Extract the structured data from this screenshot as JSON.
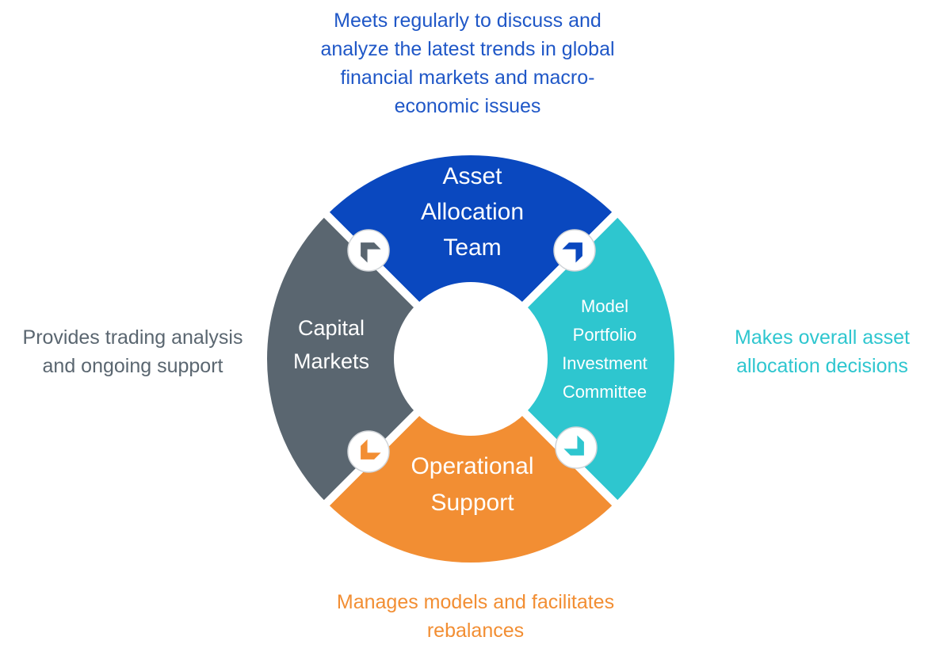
{
  "colors": {
    "blue": "#0a48bf",
    "teal": "#2ec6cf",
    "orange": "#f28e33",
    "slate": "#5a6670",
    "top_caption": "#1f57c7",
    "left_caption": "#5a6670",
    "right_caption": "#2ec6cf",
    "bottom_caption": "#f28e33"
  },
  "segments": {
    "top": {
      "lines": [
        "Asset",
        "Allocation",
        "Team"
      ],
      "description": "Meets regularly to discuss and\nanalyze the latest trends in global\nfinancial markets and macro-\neconomic issues"
    },
    "right": {
      "lines": [
        "Model",
        "Portfolio",
        "Investment",
        "Committee"
      ],
      "description": "Makes overall asset\nallocation decisions"
    },
    "bottom": {
      "lines": [
        "Operational",
        "Support"
      ],
      "description": "Manages models and facilitates\nrebalances"
    },
    "left": {
      "lines": [
        "Capital",
        "Markets"
      ],
      "description": "Provides trading analysis\nand ongoing support"
    }
  },
  "connectors": [
    {
      "id": "top-left",
      "icon": "chevron-icon",
      "color": "slate"
    },
    {
      "id": "top-right",
      "icon": "chevron-icon",
      "color": "blue"
    },
    {
      "id": "bottom-right",
      "icon": "chevron-icon",
      "color": "teal"
    },
    {
      "id": "bottom-left",
      "icon": "chevron-icon",
      "color": "orange"
    }
  ]
}
